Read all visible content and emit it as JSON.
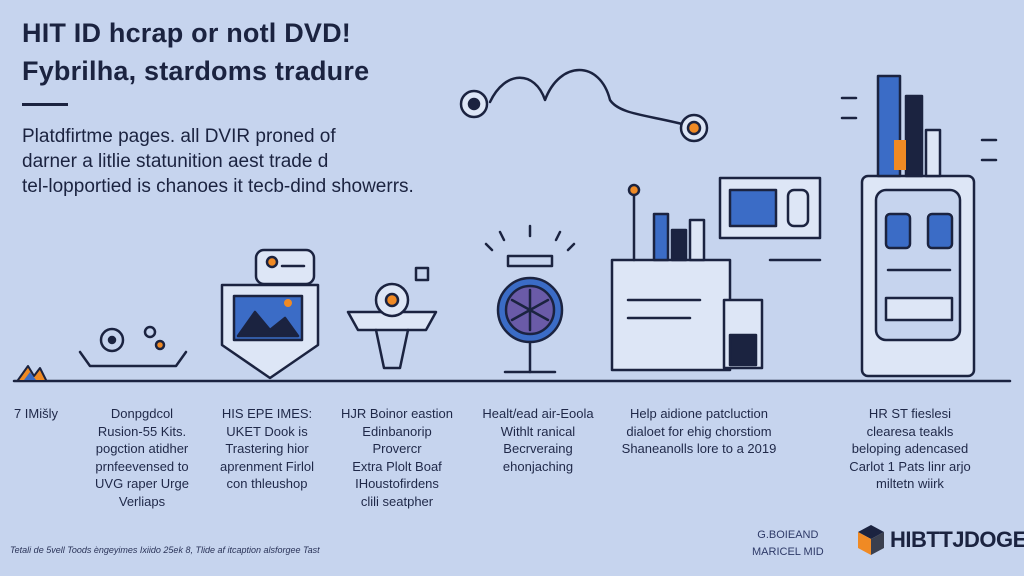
{
  "header": {
    "title_lines": [
      "HIT ID  hcrap or notl DVD!",
      "Fybrilha, stardoms tradure"
    ],
    "intro_lines": [
      "Platdfirtme pages. all DVIR proned of",
      "darner a litlie statunition aest trade d",
      "tel-lopportied is chanoes it tecb-dind showerrs."
    ]
  },
  "steps": [
    {
      "lines": [
        "7 IMišly"
      ]
    },
    {
      "lines": [
        "Donpgdcol",
        "Rusion-55 Kits.",
        "pogction atidher",
        "prnfeevensed to",
        "UVG raper Urge",
        "Verliaps"
      ]
    },
    {
      "lines": [
        "HIS EPE IMES:",
        "UKET Dook is",
        "Trastering hior",
        "aprenment Firlol",
        "con thleushop"
      ]
    },
    {
      "lines": [
        "HJR Boinor eastion",
        "Edinbanorip",
        "Provercr",
        "Extra Plolt Boaf",
        "IHoustofirdens",
        "clili seatpher"
      ]
    },
    {
      "lines": [
        "Healt/ead air-Eoola",
        "Withlt ranical",
        "Becrveraing",
        "ehonjaching"
      ]
    },
    {
      "lines": [
        "Help aidione patcluction",
        "dialoet for ehig chorstiom",
        "Shaneanolls lore to a 2019"
      ]
    },
    {
      "lines": [
        "HR ST fieslesi",
        "clearesa teakls",
        "beloping adencased",
        "Carlot 1 Pats linr arjo",
        "miltetn wiirk"
      ]
    }
  ],
  "footer": {
    "note": "Tetali de 5vell Toods èngeyimes Ixiido 25ek 8, Tlide af itcaption alsforgee Tast",
    "partner_lines": [
      "G.BOIEAND",
      "MARICEL MID"
    ],
    "brand": "HIBTTJDOGE"
  },
  "colors": {
    "background": "#c6d4ee",
    "ink": "#1b2340",
    "accent_orange": "#f08a24",
    "accent_blue": "#3b6cc6"
  }
}
